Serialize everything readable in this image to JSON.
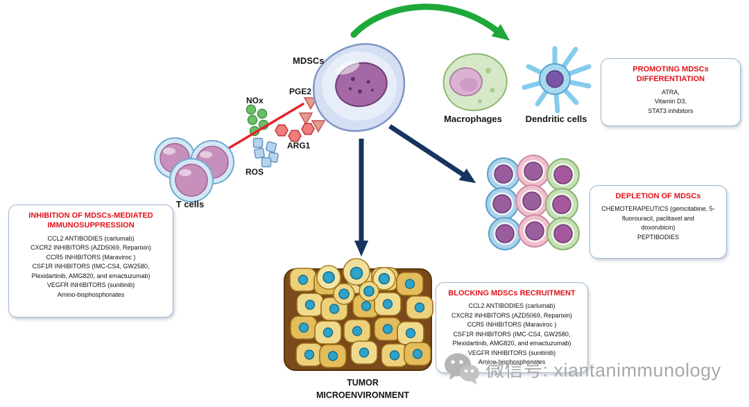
{
  "figure": {
    "labels": {
      "mdscs": "MDSCs",
      "macrophages": "Macrophages",
      "dendritic_cells": "Dendritic cells",
      "t_cells": "T cells",
      "nox": "NOx",
      "pge2": "PGE2",
      "arg1": "ARG1",
      "ros": "ROS",
      "tumor": "TUMOR MICROENVIRONMENT"
    },
    "boxes": {
      "promoting": {
        "title": "PROMOTING MDSCs DIFFERENTIATION",
        "lines": [
          "ATRA,",
          "Vitamin D3,",
          "STAT3 inhibitors"
        ]
      },
      "inhibition": {
        "title": "INHIBITION OF MDSCs-MEDIATED IMMUNOSUPPRESSION",
        "lines": [
          "CCL2 ANTIBODIES (carlumab)",
          "CXCR2 INHIBITORS (AZD5069, Reparixin)",
          "CCR5 INHIBITORS (Maraviroc )",
          "CSF1R INHIBITORS (IMC-CS4, GW2580,",
          "Plexidartinib, AMG820, and emactuzumab)",
          "VEGFR INHIBITORS (sunitinib)",
          "Amino-bisphosphonates"
        ]
      },
      "depletion": {
        "title": "DEPLETION OF MDSCs",
        "lines": [
          "CHEMOTERAPEUTICS (gemcitabine, 5-",
          "fluorouracil, paclitaxel and",
          "doxorubicin)",
          "PEPTIBODIES"
        ]
      },
      "blocking": {
        "title": "BLOCKING MDSCs RECRUITMENT",
        "lines": [
          "CCL2 ANTIBODIES (carlumab)",
          "CXCR2 INHIBITORS (AZD5069, Reparixin)",
          "CCR5 INHIBITORS (Maraviroc )",
          "CSF1R INHIBITORS (IMC-CS4, GW2580,",
          "Plexidartinib, AMG820, and emactuzumab)",
          "VEGFR INHIBITORS (sunitinib)",
          "Amino-bisphosphonates"
        ]
      }
    },
    "watermark": "微信号: xiantanimmunology",
    "colors": {
      "title_red": "#e01219",
      "arrow_navy": "#16345f",
      "arrow_green": "#1fa83a",
      "inhibit_red": "#e8222a",
      "box_border": "#9db7d2"
    }
  }
}
